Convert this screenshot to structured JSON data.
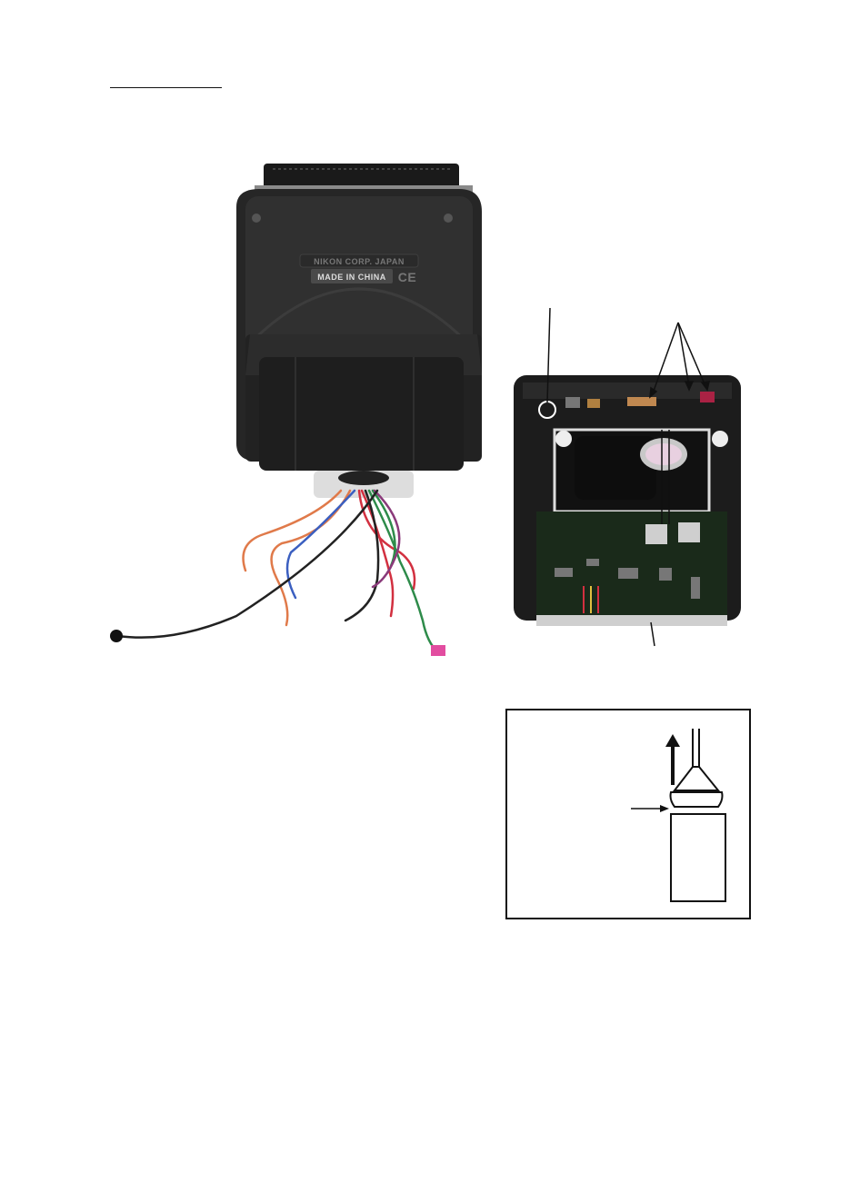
{
  "page": {
    "heading_underline": true
  },
  "flash_photo": {
    "embossed_top": "NIKON CORP. JAPAN",
    "embossed_label": "MADE IN CHINA",
    "embossed_mark": "CE"
  },
  "board_photo": {
    "callouts": [
      "single-arrow-pointer",
      "triple-arrow-pointer",
      "bottom-leader-line"
    ]
  },
  "inset_diagram": {
    "icons": [
      "up-arrow-icon",
      "pointer-arrow-icon"
    ]
  }
}
